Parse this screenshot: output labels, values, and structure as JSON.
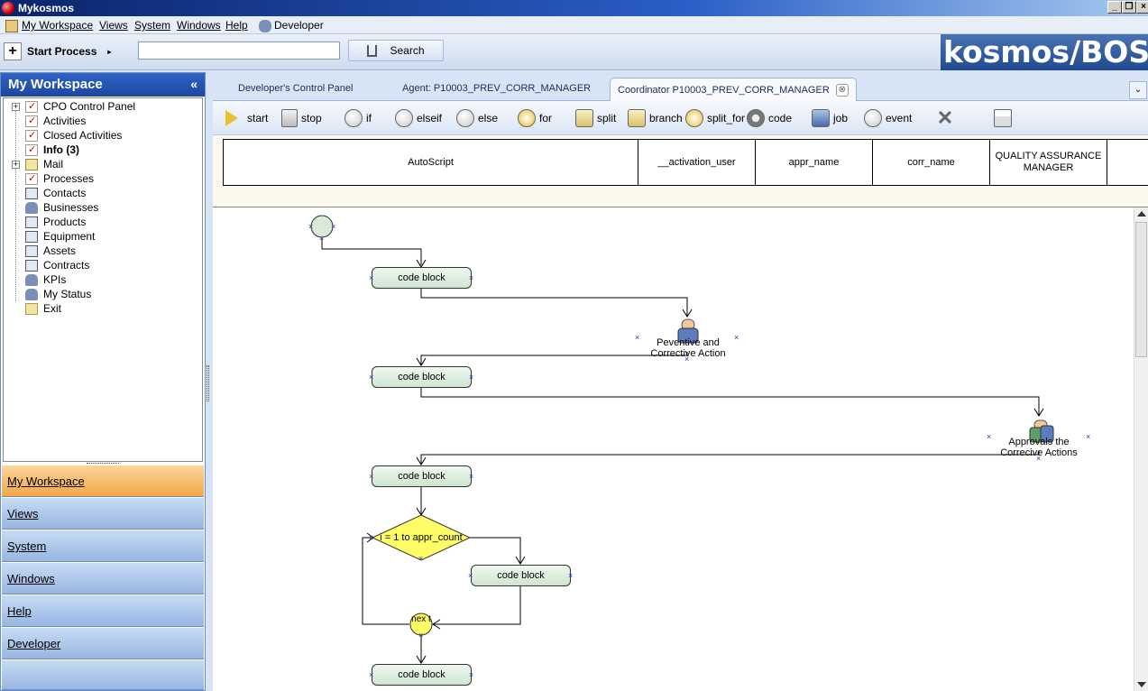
{
  "window": {
    "title": "Mykosmos"
  },
  "menu": [
    "My Workspace",
    "Views",
    "System",
    "Windows",
    "Help",
    "Developer"
  ],
  "toolbar": {
    "start_process": "Start Process",
    "search_value": "",
    "search_label": "Search",
    "logo_text": "kosmos/BOS"
  },
  "workspace": {
    "title": "My Workspace",
    "collapse_glyph": "«",
    "tree": [
      {
        "label": "CPO Control Panel",
        "icon": "checklist-icon",
        "expandable": true
      },
      {
        "label": "Activities",
        "icon": "checklist-icon"
      },
      {
        "label": "Closed Activities",
        "icon": "checklist-icon"
      },
      {
        "label": "Info (3)",
        "icon": "checklist-icon",
        "bold": true
      },
      {
        "label": "Mail",
        "icon": "mail-icon",
        "expandable": true
      },
      {
        "label": "Processes",
        "icon": "checklist-icon"
      },
      {
        "label": "Contacts",
        "icon": "card-icon"
      },
      {
        "label": "Businesses",
        "icon": "person-icon"
      },
      {
        "label": "Products",
        "icon": "card-icon"
      },
      {
        "label": "Equipment",
        "icon": "card-icon"
      },
      {
        "label": "Assets",
        "icon": "card-icon"
      },
      {
        "label": "Contracts",
        "icon": "card-icon"
      },
      {
        "label": "KPIs",
        "icon": "person-icon"
      },
      {
        "label": "My Status",
        "icon": "status-icon"
      },
      {
        "label": "Exit",
        "icon": "exit-icon"
      }
    ],
    "nav": [
      "My Workspace",
      "Views",
      "System",
      "Windows",
      "Help",
      "Developer"
    ]
  },
  "tabs": [
    {
      "label": "Developer's Control Panel"
    },
    {
      "label": "Agent: P10003_PREV_CORR_MANAGER"
    },
    {
      "label": "Coordinator P10003_PREV_CORR_MANAGER",
      "active": true
    }
  ],
  "tools": [
    "start",
    "stop",
    "if",
    "elseif",
    "else",
    "for",
    "split",
    "branch",
    "split_for",
    "code",
    "job",
    "event"
  ],
  "columns": [
    "AutoScript",
    "__activation_user",
    "appr_name",
    "corr_name",
    "QUALITY ASSURANCE MANAGER"
  ],
  "flow": {
    "code_block_label": "code block",
    "job1_label": "Peventive and Corrective Action",
    "job2_label": "Approvals the Correcive Actions",
    "for_label": "i = 1 to appr_count",
    "next_label": "nex t"
  },
  "colors": {
    "accent": "#1c46a1",
    "active_nav": "#f3a846",
    "decision": "#ffff66"
  }
}
